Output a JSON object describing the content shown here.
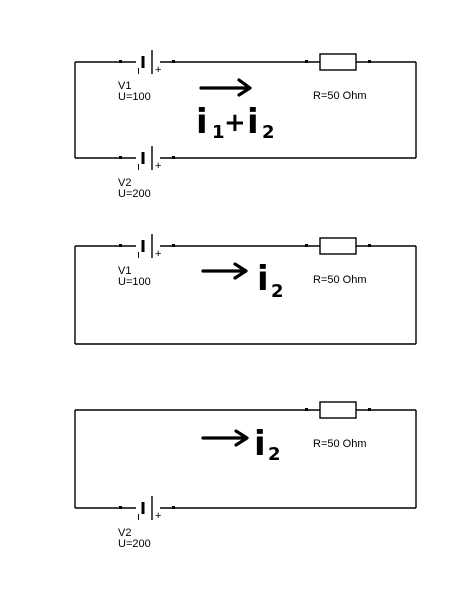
{
  "circuits": [
    {
      "battery_top": {
        "name": "V1",
        "voltage": "U=100",
        "polarity": "+"
      },
      "battery_bottom": {
        "name": "V2",
        "voltage": "U=200",
        "polarity": "+"
      },
      "resistor": {
        "label": "R=50 Ohm"
      },
      "current": {
        "main": "i",
        "sub1": "1",
        "plus": "+",
        "main2": "i",
        "sub2": "2"
      }
    },
    {
      "battery_top": {
        "name": "V1",
        "voltage": "U=100",
        "polarity": "+"
      },
      "resistor": {
        "label": "R=50 Ohm"
      },
      "current": {
        "main": "i",
        "sub": "2"
      }
    },
    {
      "battery_bottom": {
        "name": "V2",
        "voltage": "U=200",
        "polarity": "+"
      },
      "resistor": {
        "label": "R=50 Ohm"
      },
      "current": {
        "main": "i",
        "sub": "2"
      }
    }
  ],
  "colors": {
    "ink": "#000000",
    "background": "#ffffff"
  }
}
